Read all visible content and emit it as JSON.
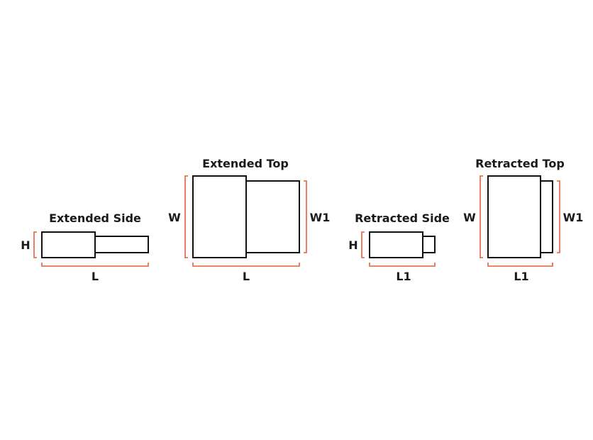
{
  "colors": {
    "outline": "#111111",
    "dimension": "#e0603a",
    "text": "#1a1a1a",
    "background": "#ffffff"
  },
  "views": {
    "extended_side": {
      "title": "Extended Side",
      "height_label": "H",
      "length_label": "L"
    },
    "extended_top": {
      "title": "Extended Top",
      "width_label": "W",
      "width1_label": "W1",
      "length_label": "L"
    },
    "retracted_side": {
      "title": "Retracted Side",
      "height_label": "H",
      "length_label": "L1"
    },
    "retracted_top": {
      "title": "Retracted Top",
      "width_label": "W",
      "width1_label": "W1",
      "length_label": "L1"
    }
  }
}
